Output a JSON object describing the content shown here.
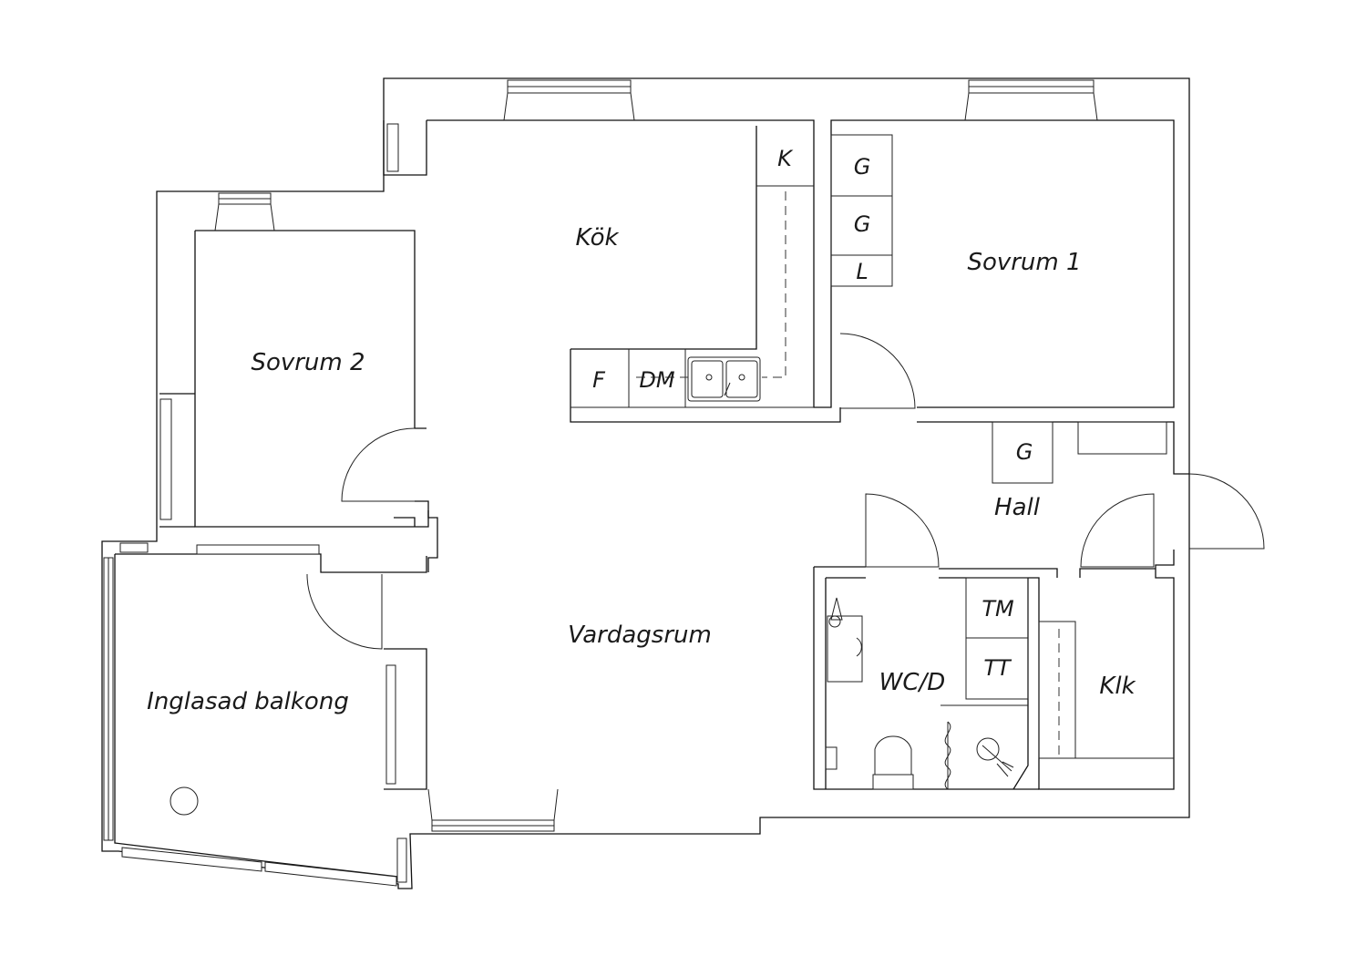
{
  "rooms": {
    "kok": "Kök",
    "sovrum1": "Sovrum 1",
    "sovrum2": "Sovrum 2",
    "vardagsrum": "Vardagsrum",
    "hall": "Hall",
    "wcd": "WC/D",
    "klk": "Klk",
    "balkong": "Inglasad balkong"
  },
  "fixtures": {
    "k": "K",
    "f": "F",
    "dm": "DM",
    "g1": "G",
    "g2": "G",
    "l": "L",
    "g_hall": "G",
    "tm": "TM",
    "tt": "TT"
  },
  "colors": {
    "line": "#111111",
    "background": "#ffffff"
  }
}
